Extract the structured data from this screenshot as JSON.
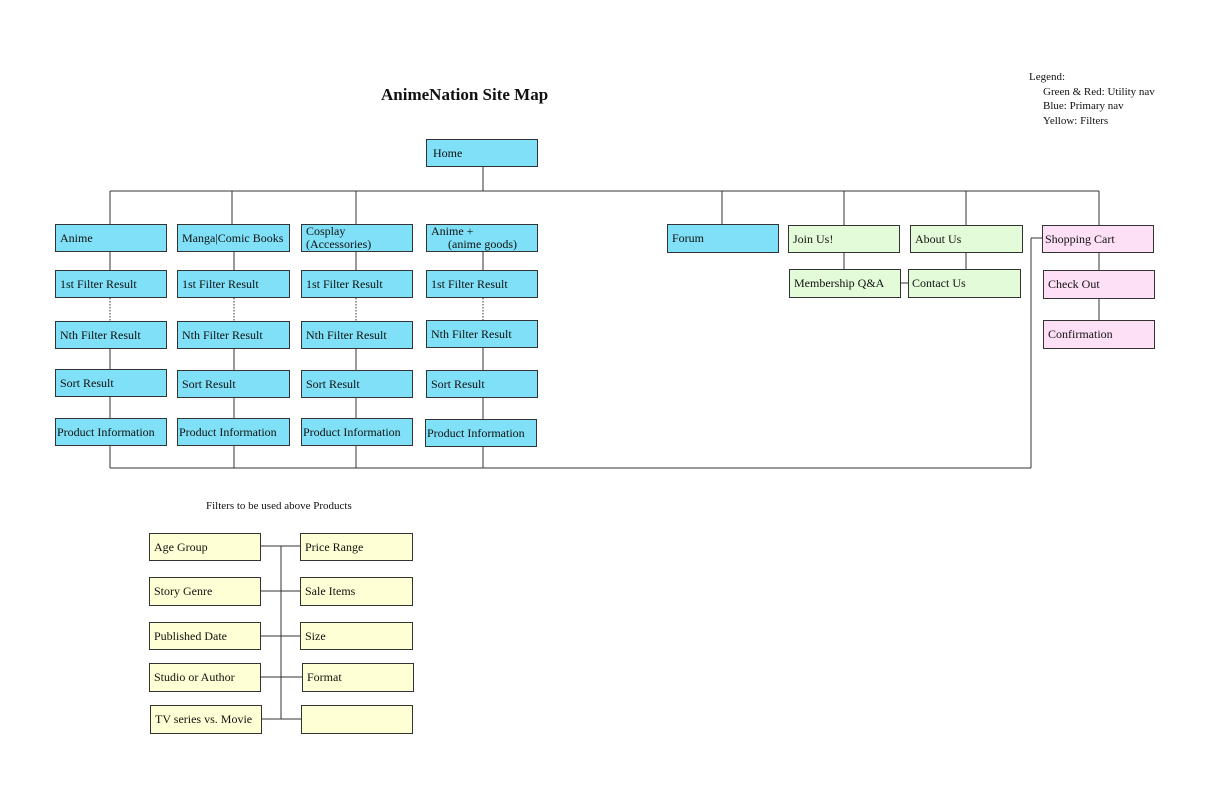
{
  "title": "AnimeNation Site Map",
  "legend": {
    "heading": "Legend:",
    "items": [
      "Green & Red: Utility nav",
      "Blue: Primary nav",
      "Yellow: Filters"
    ]
  },
  "colors": {
    "primary": "#7fe0f7",
    "utility_green": "#e3fbd9",
    "utility_red": "#fde0f6",
    "filters": "#feffd4"
  },
  "home": "Home",
  "primary_nav": {
    "anime": "Anime",
    "manga": "Manga|Comic Books",
    "cosplay_line1": "Cosplay",
    "cosplay_line2": "(Accessories)",
    "anime_plus_line1": "Anime +",
    "anime_plus_line2": "(anime goods)",
    "forum": "Forum",
    "first_filter": "1st Filter Result",
    "nth_filter": "Nth Filter Result",
    "sort": "Sort Result",
    "product_info": "Product Information"
  },
  "utility_nav": {
    "join_us": "Join Us!",
    "membership_qa": "Membership Q&A",
    "about_us": "About Us",
    "contact_us": "Contact Us",
    "shopping_cart": "Shopping Cart",
    "check_out": "Check Out",
    "confirmation": "Confirmation"
  },
  "filters": {
    "title": "Filters to be used above Products",
    "left": [
      "Age Group",
      "Story Genre",
      "Published Date",
      "Studio or Author",
      "TV series vs. Movie"
    ],
    "right": [
      "Price Range",
      "Sale Items",
      "Size",
      "Format",
      ""
    ]
  }
}
